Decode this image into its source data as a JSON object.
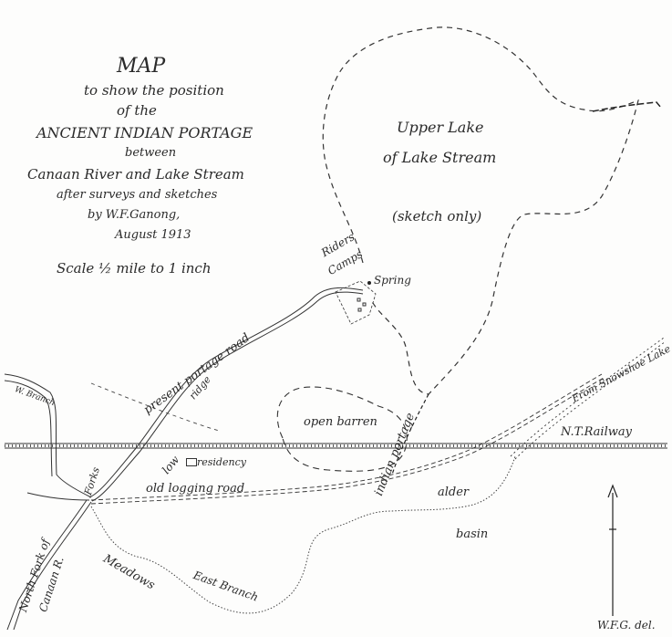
{
  "title": {
    "line1": "MAP",
    "line2": "to show the position",
    "line3": "of the",
    "line4": "ANCIENT INDIAN PORTAGE",
    "line5": "between",
    "line6": "Canaan River and Lake Stream",
    "line7": "after surveys and sketches",
    "line8": "by W.F.Ganong,",
    "line9": "August 1913",
    "scale": "Scale ½ mile to 1 inch"
  },
  "labels": {
    "upper_lake_1": "Upper Lake",
    "upper_lake_2": "of Lake Stream",
    "sketch_only": "(sketch only)",
    "riders_camps_1": "Riders",
    "riders_camps_2": "Camps",
    "spring": "Spring",
    "present_portage_road": "present portage road",
    "open_barren": "open barren",
    "indian_portage": "indian portage",
    "from_snowshoe_lake": "From Snowshoe Lake",
    "nt_railway": "N.T.Railway",
    "residency": "residency",
    "low_ridge_1": "low",
    "low_ridge_2": "ridge",
    "old_logging_road": "old logging road",
    "alder": "alder",
    "basin": "basin",
    "forks": "Forks",
    "west_branch": "W. Branch",
    "north_fork_1": "North Fork of",
    "north_fork_2": "Canaan R.",
    "meadows": "Meadows",
    "east_branch": "East Branch",
    "signature": "W.F.G. del."
  },
  "colors": {
    "ink": "#2a2a2a",
    "paper": "#fdfdfc"
  }
}
